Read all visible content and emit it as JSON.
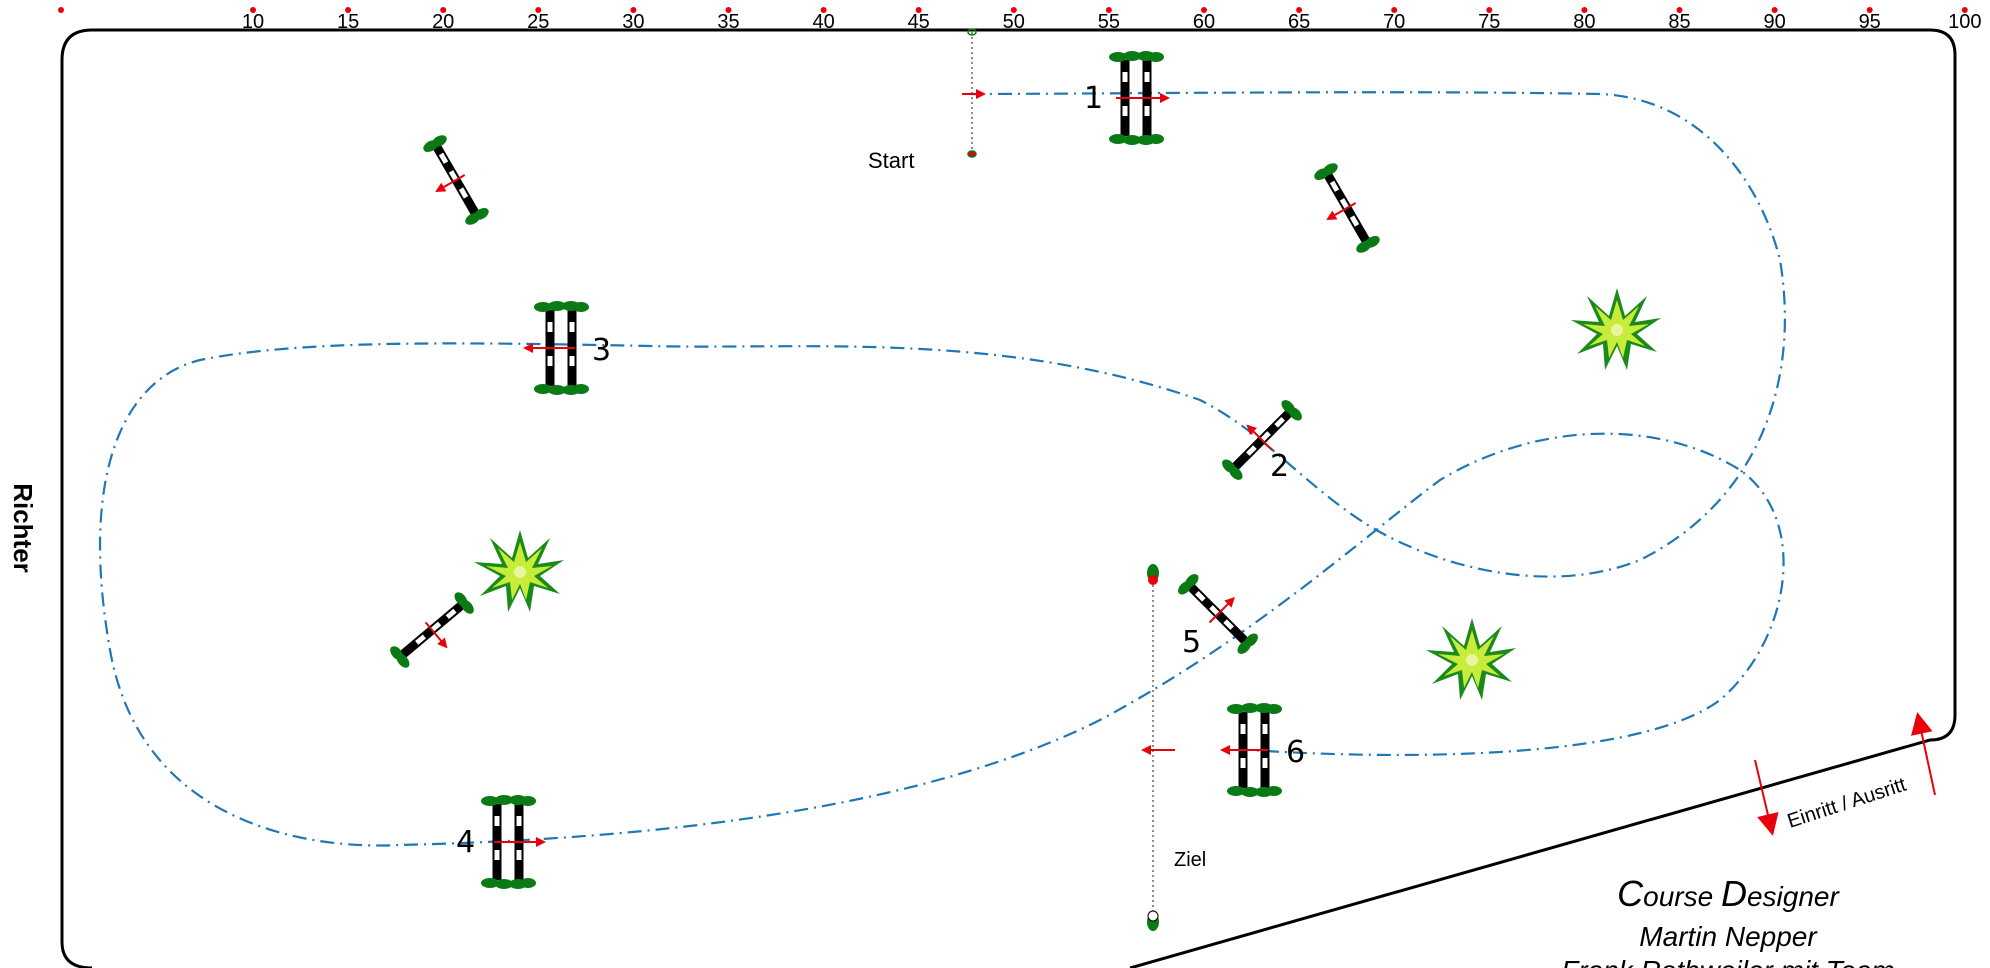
{
  "scale": {
    "ticks": [
      "10",
      "15",
      "20",
      "25",
      "30",
      "35",
      "40",
      "45",
      "50",
      "55",
      "60",
      "65",
      "70",
      "75",
      "80",
      "85",
      "90",
      "95",
      "100"
    ],
    "dot_color": "#e8000b"
  },
  "labels": {
    "start": "Start",
    "finish": "Ziel",
    "judge": "Richter",
    "entrance": "Einritt / Ausritt"
  },
  "obstacles": {
    "numbers": [
      "1",
      "2",
      "3",
      "4",
      "5",
      "6"
    ]
  },
  "designer": {
    "title_first_cap": "C",
    "title_first_rest": "ourse ",
    "title_second_cap": "D",
    "title_second_rest": "esigner",
    "names": [
      "Martin Nepper",
      "Frank Rothweiler mit Team"
    ]
  },
  "colors": {
    "course_path": "#1f77b4",
    "direction_arrow": "#e8000b",
    "pole_dark": "#000000",
    "foliage": "#0a7a14",
    "plant_light": "#c8ec3a",
    "plant_dark": "#1a8a1a",
    "border": "#000000"
  }
}
